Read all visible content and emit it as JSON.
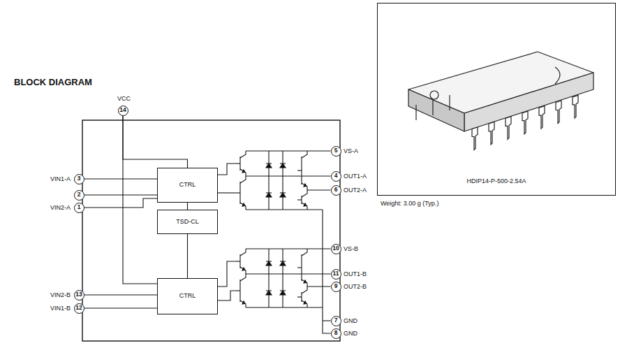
{
  "diagram": {
    "nodes": [
      {
        "text": [
          "CTRL"
        ]
      },
      {
        "text": [
          "TSD-CL"
        ]
      },
      {
        "text": [
          "CTRL"
        ]
      },
      {
        "text": [
          "14"
        ]
      },
      {
        "text": [
          "3"
        ]
      },
      {
        "text": [
          "2"
        ]
      },
      {
        "text": [
          "1"
        ]
      },
      {
        "text": [
          "13"
        ]
      },
      {
        "text": [
          "12"
        ]
      },
      {
        "text": [
          "5"
        ]
      },
      {
        "text": [
          "4"
        ]
      },
      {
        "text": [
          "6"
        ]
      },
      {
        "text": [
          "10"
        ]
      },
      {
        "text": [
          "11"
        ]
      },
      {
        "text": [
          "9"
        ]
      },
      {
        "text": [
          "7"
        ]
      },
      {
        "text": [
          "8"
        ]
      },
      {
        "text": [
          "HDIP14-P-500-2.54A"
        ]
      }
    ],
    "edges": [
      {
        "from": 4,
        "to": 0,
        "arrow": "none"
      },
      {
        "from": 5,
        "to": 0,
        "arrow": "none"
      },
      {
        "from": 6,
        "to": 0,
        "arrow": "none"
      },
      {
        "from": 7,
        "to": 2,
        "arrow": "none"
      },
      {
        "from": 8,
        "to": 2,
        "arrow": "none"
      },
      {
        "from": 3,
        "to": 0,
        "arrow": "none"
      },
      {
        "from": 3,
        "to": 2,
        "arrow": "none"
      },
      {
        "from": 1,
        "to": 0,
        "arrow": "none"
      },
      {
        "from": 1,
        "to": 2,
        "arrow": "none"
      }
    ],
    "labels": [
      "BLOCK DIAGRAM",
      "VCC",
      "VIN1-A",
      "VIN2-A",
      "VIN2-B",
      "VIN1-B",
      "VS-A",
      "OUT1-A",
      "OUT2-A",
      "VS-B",
      "OUT1-B",
      "OUT2-B",
      "GND",
      "GND",
      "Weight: 3.00 g (Typ.)"
    ]
  }
}
